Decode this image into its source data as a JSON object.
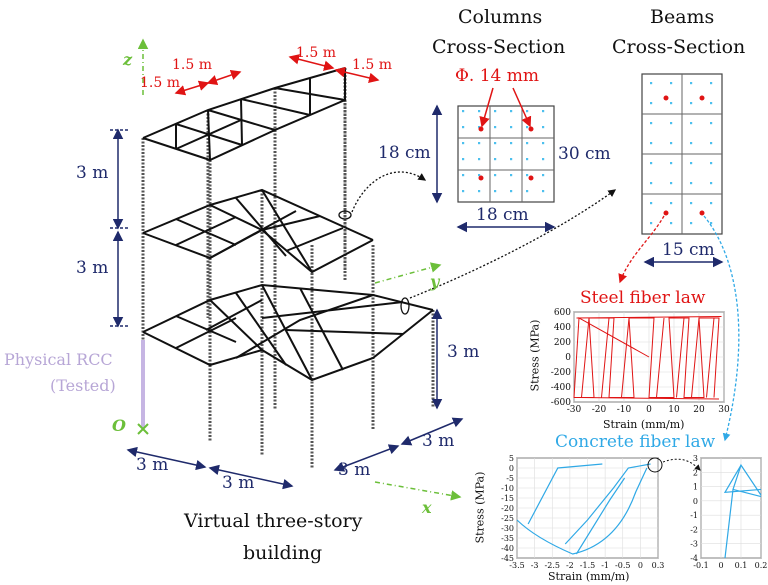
{
  "headers": {
    "columns_line1": "Columns",
    "columns_line2": "Cross-Section",
    "beams_line1": "Beams",
    "beams_line2": "Cross-Section"
  },
  "building": {
    "spacing_labels": [
      "1.5 m",
      "1.5 m",
      "1.5 m",
      "1.5 m"
    ],
    "story_heights": [
      "3 m",
      "3 m",
      "3 m"
    ],
    "bay_labels": [
      "3 m",
      "3 m",
      "3 m",
      "3 m"
    ],
    "physical_label_line1": "Physical RCC",
    "physical_label_line2": "(Tested)",
    "origin_label": "O",
    "caption_line1": "Virtual three-story",
    "caption_line2": "building"
  },
  "axes": {
    "x": "x",
    "y": "y",
    "z": "z"
  },
  "column_section": {
    "rebar_label": "Φ. 14 mm",
    "height_label": "18 cm",
    "width_label": "18 cm"
  },
  "beam_section": {
    "height_label": "30 cm",
    "width_label": "15 cm"
  },
  "steel_plot": {
    "title": "Steel fiber law",
    "ylabel": "Stress (MPa)",
    "xlabel": "Strain (mm/m)",
    "xticks": [
      "-30",
      "-20",
      "-10",
      "0",
      "10",
      "20",
      "30"
    ],
    "yticks": [
      "600",
      "400",
      "200",
      "0",
      "-200",
      "-400",
      "-600"
    ]
  },
  "concrete_plot": {
    "title": "Concrete fiber law",
    "ylabel": "Stress (MPa)",
    "xlabel": "Strain (mm/m)",
    "xticks": [
      "-3.5",
      "-3",
      "-2.5",
      "-2",
      "-1.5",
      "-1",
      "-0.5",
      "0",
      "0.3"
    ],
    "yticks": [
      "5",
      "0",
      "-5",
      "-10",
      "-15",
      "-20",
      "-25",
      "-30",
      "-35",
      "-40",
      "-45"
    ],
    "inset_xticks": [
      "-0.1",
      "0",
      "0.1",
      "0.2"
    ],
    "inset_yticks": [
      "3",
      "2",
      "1",
      "0",
      "-1",
      "-2",
      "-3",
      "-4"
    ]
  },
  "colors": {
    "dimension": "#1f2a6b",
    "annotation": "#e01414",
    "axis": "#6cbf3a",
    "physical": "#b7a6d6",
    "concrete": "#30a9e6",
    "steel": "#e01414"
  }
}
